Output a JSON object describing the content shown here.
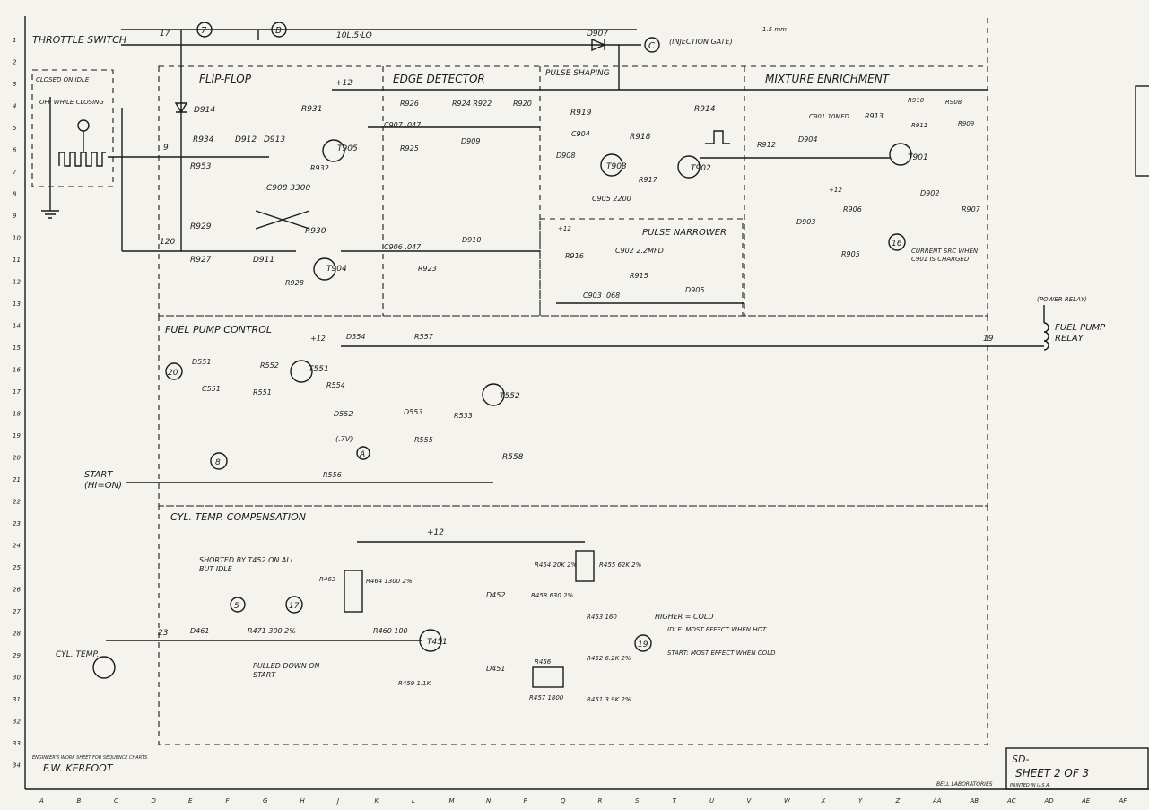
{
  "sheet": {
    "footer_note": "ENGINEER'S WORK SHEET FOR SEQUENCE CHARTS",
    "engineer": "F.W. KERFOOT",
    "company": "BELL LABORATORIES",
    "printed": "PRINTED IN U.S.A.",
    "sd_label": "SD-",
    "sheet_label": "SHEET 2 OF 3"
  },
  "row_numbers": [
    "1",
    "2",
    "3",
    "4",
    "5",
    "6",
    "7",
    "8",
    "9",
    "10",
    "11",
    "12",
    "13",
    "14",
    "15",
    "16",
    "17",
    "18",
    "19",
    "20",
    "21",
    "22",
    "23",
    "24",
    "25",
    "26",
    "27",
    "28",
    "29",
    "30",
    "31",
    "32",
    "33",
    "34"
  ],
  "col_letters": [
    "A",
    "B",
    "C",
    "D",
    "E",
    "F",
    "G",
    "H",
    "J",
    "K",
    "L",
    "M",
    "N",
    "P",
    "Q",
    "R",
    "S",
    "T",
    "U",
    "V",
    "W",
    "X",
    "Y",
    "Z",
    "AA",
    "AB",
    "AC",
    "AD",
    "AE",
    "AF"
  ],
  "sections": {
    "flipflop": "FLIP-FLOP",
    "edge": "EDGE DETECTOR",
    "pulse_shaping": "PULSE SHAPING",
    "mixture": "MIXTURE ENRICHMENT",
    "pulse_narrower": "PULSE NARROWER",
    "fuel_pump": "FUEL PUMP CONTROL",
    "cyl_temp": "CYL. TEMP. COMPENSATION"
  },
  "labels": {
    "throttle": "THROTTLE SWITCH",
    "closed_idle": "CLOSED ON IDLE",
    "off_closing": "OFF WHILE CLOSING",
    "injection_gate": "(INJECTION GATE)",
    "cable": "10L.5·LO",
    "cable2": "1.5 mm",
    "current_src": "CURRENT SRC WHEN C901 IS CHARGED",
    "power_relay": "(POWER RELAY)",
    "fuel_pump_relay": "FUEL PUMP RELAY",
    "start": "START (HI=ON)",
    "shorted": "SHORTED BY T452 ON ALL BUT IDLE",
    "pulled_down": "PULLED DOWN ON START",
    "cyl_temp": "CYL. TEMP.",
    "higher_cold": "HIGHER = COLD",
    "idle_effect": "IDLE: MOST EFFECT WHEN HOT",
    "start_effect": "START: MOST EFFECT WHEN COLD",
    "v12": "+12",
    "v7": "(.7V)"
  },
  "nodes": {
    "n7": "7",
    "nB": "B",
    "nC": "C",
    "n16": "16",
    "n20": "20",
    "nA": "A",
    "n8": "8",
    "n5": "5",
    "n17": "17",
    "n19": "19",
    "t17": "17",
    "t9": "9",
    "t120": "120",
    "t19": "19",
    "t23": "23"
  },
  "components": {
    "D907": "D907",
    "D914": "D914",
    "R931": "R931",
    "R934": "R934",
    "D912": "D912",
    "D913": "D913",
    "R953": "R953",
    "T905": "T905",
    "R932": "R932",
    "C908": "C908 3300",
    "R929": "R929",
    "R930": "R930",
    "R927": "R927",
    "D911": "D911",
    "T904": "T904",
    "R928": "R928",
    "R926": "R926",
    "R924": "R924 R922",
    "R920": "R920",
    "C907": "C907 .047",
    "R925": "R925",
    "D909": "D909",
    "C906": "C906 .047",
    "D910": "D910",
    "R923": "R923",
    "R919": "R919",
    "C904": "C904",
    "D908": "D908",
    "T903": "T903",
    "R918": "R918",
    "R917": "R917",
    "C905": "C905 2200",
    "R914": "R914",
    "T902": "T902",
    "R916": "R916",
    "C902": "C902 2.2MFD",
    "R915": "R915",
    "C903": "C903 .068",
    "D905": "D905",
    "R912": "R912",
    "D904": "D904",
    "C901": "C901 10MFD",
    "R913": "R913",
    "R910": "R910",
    "R911": "R911",
    "R908": "R908",
    "R909": "R909",
    "T901": "T901",
    "D902": "D902",
    "R907": "R907",
    "D903": "D903",
    "R906": "R906",
    "R905": "R905",
    "D551": "D551",
    "C551": "C551",
    "R551": "R551",
    "R552": "R552",
    "T551": "T551",
    "D554": "D554",
    "R557": "R557",
    "R554": "R554",
    "T552": "T552",
    "D552": "D552",
    "D553": "D553",
    "R533": "R533",
    "R555": "R555",
    "R558": "R558",
    "R556": "R556",
    "R463": "R463",
    "R464": "R464 1300 2%",
    "D461": "D461",
    "R471": "R471 300 2%",
    "R460": "R460 100",
    "T451": "T451",
    "R459": "R459 1.1K",
    "D452": "D452",
    "R458": "R458 630 2%",
    "R454": "R454 20K 2%",
    "R455": "R455 62K 2%",
    "R453": "R453 160",
    "R452": "R452 6.2K 2%",
    "D451": "D451",
    "R456": "R456",
    "R457": "R457 1800",
    "R451": "R451 3.9K 2%"
  }
}
